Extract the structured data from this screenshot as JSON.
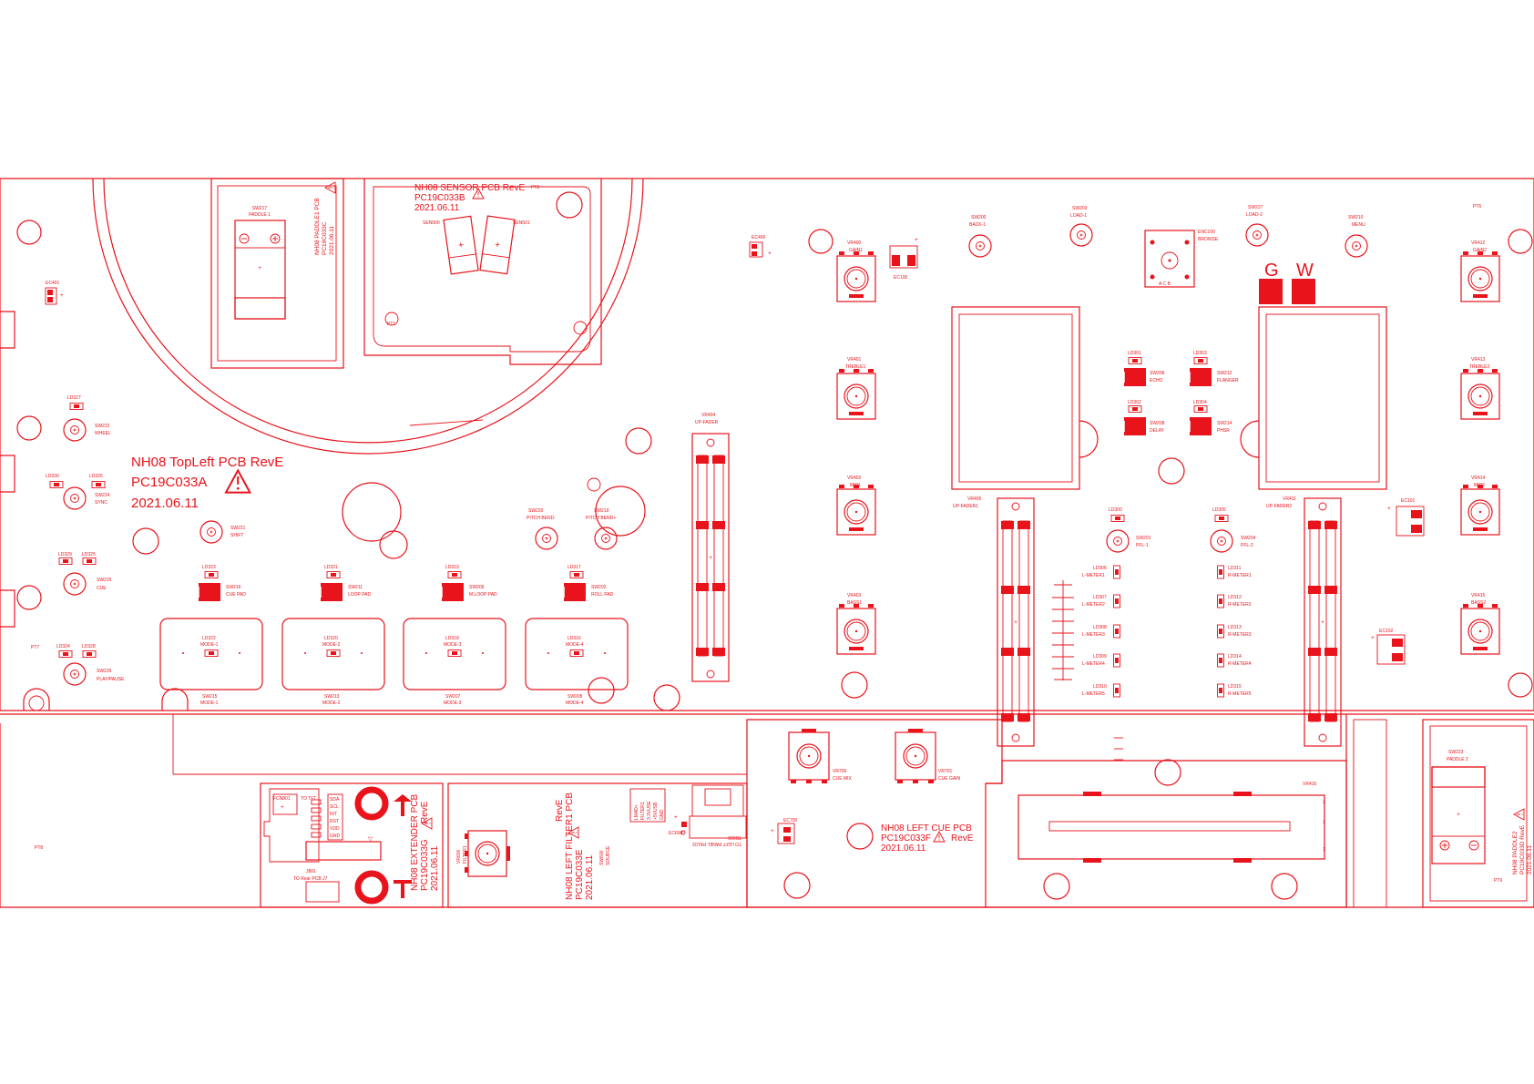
{
  "accent_color": "#e8131b",
  "background_color": "#ffffff",
  "boards": {
    "topleft": {
      "name": "NH08  TopLeft  PCB  RevE",
      "part": "PC19C033A",
      "date": "2021.06.11"
    },
    "sensor": {
      "name": "NH08 SENSOR PCB RevE",
      "part": "PC19C033B",
      "date": "2021.06.11"
    },
    "paddle1": {
      "name": "NH08 PADDLE1 PCB",
      "part": "PC19C033C",
      "date": "2021.06.11"
    },
    "paddle2": {
      "name": "NH08 PADDLE2",
      "part": "PC19C033D RevE",
      "date": "2021.06.11"
    },
    "extender": {
      "name": "NH08 EXTENDER PCB",
      "part": "PC19C033G",
      "rev": "RevE",
      "date": "2021.06.11"
    },
    "filter": {
      "name": "NH08 LEFT FILTER1 PCB",
      "rev": "RevE",
      "part": "PC19C033E",
      "date": "2021.06.11"
    },
    "cue": {
      "name": "NH08 LEFT CUE PCB",
      "part": "PC19C033F",
      "rev": "RevE",
      "date": "2021.06.11"
    }
  },
  "pad_marks": {
    "g": "G",
    "w": "W"
  },
  "warning_symbol": "warning-triangle-icon",
  "switches": {
    "sw217": {
      "ref": "SW217",
      "label": "PADDLE 1"
    },
    "sw223": {
      "ref": "SW223",
      "label": "PADDLE 2"
    },
    "sw222": {
      "ref": "SW222",
      "label": "WHEEL"
    },
    "sw224": {
      "ref": "SW224",
      "label": "SYNC"
    },
    "sw225": {
      "ref": "SW225",
      "label": "CUE"
    },
    "sw226": {
      "ref": "SW226",
      "label": "PLAY/PAUSE"
    },
    "sw221": {
      "ref": "SW221",
      "label": "SHIFT"
    },
    "sw220": {
      "ref": "SW220",
      "label": "PITCH BEND-"
    },
    "sw219": {
      "ref": "SW219",
      "label": "PITCH BEND+"
    },
    "sw216": {
      "ref": "SW216",
      "label": "CUE PAD"
    },
    "sw211": {
      "ref": "SW211",
      "label": "LOOP PAD"
    },
    "sw209": {
      "ref": "SW209",
      "label": "M.LOOP PAD"
    },
    "sw202": {
      "ref": "SW202",
      "label": "ROLL PAD"
    },
    "sw215": {
      "ref": "SW215",
      "label": "MODE-1"
    },
    "sw213": {
      "ref": "SW213",
      "label": "MODE-2"
    },
    "sw207": {
      "ref": "SW207",
      "label": "MODE-3"
    },
    "sw205": {
      "ref": "SW205",
      "label": "MODE-4"
    },
    "sw200": {
      "ref": "SW200",
      "label": "BACK-1"
    },
    "sw203": {
      "ref": "SW203",
      "label": "LOAD-1"
    },
    "sw227": {
      "ref": "SW227",
      "label": "LOAD-2"
    },
    "sw210": {
      "ref": "SW210",
      "label": "MENU"
    },
    "sw206": {
      "ref": "SW206",
      "label": "ECHO"
    },
    "sw208": {
      "ref": "SW208",
      "label": "DELAY"
    },
    "sw212": {
      "ref": "SW212",
      "label": "FLANGER"
    },
    "sw214": {
      "ref": "SW214",
      "label": "PHSR"
    },
    "sw201": {
      "ref": "SW201",
      "label": "PFL-1"
    },
    "sw204": {
      "ref": "SW204",
      "label": "PFL-2"
    }
  },
  "encoder": {
    "ref": "ENC100",
    "label": "BROWSE",
    "pins": "A  C  B"
  },
  "pots": {
    "vr400": {
      "ref": "VR400",
      "label": "GAIN1"
    },
    "vr401": {
      "ref": "VR401",
      "label": "TREBLE1"
    },
    "vr402": {
      "ref": "VR402",
      "label": "MID1"
    },
    "vr403": {
      "ref": "VR403",
      "label": "BASS1"
    },
    "vr412": {
      "ref": "VR412",
      "label": "GAIN2"
    },
    "vr413": {
      "ref": "VR413",
      "label": "TREBLE2"
    },
    "vr414": {
      "ref": "VR414",
      "label": "MID2"
    },
    "vr415": {
      "ref": "VR415",
      "label": "BASS2"
    },
    "vr404": {
      "ref": "VR404",
      "label": "UP-FADER"
    },
    "vr405": {
      "ref": "VR405",
      "label": "UP-FADER1"
    },
    "vr411": {
      "ref": "VR411",
      "label": "UP-FADER2"
    },
    "vr416": {
      "ref": "VR416"
    },
    "vr700": {
      "ref": "VR700",
      "label": "CUE MIX"
    },
    "vr701": {
      "ref": "VR701",
      "label": "CUE GAIN"
    },
    "vr600": {
      "ref": "VR600",
      "label": "FILTER1"
    }
  },
  "leds": {
    "ld327": "LD327",
    "ld330": "LD330",
    "ld326": "LD326",
    "ld329": "LD329",
    "ld325": "LD325",
    "ld324": "LD324",
    "ld328": "LD328",
    "ld323": "LD323",
    "ld321": "LD321",
    "ld319": "LD319",
    "ld317": "LD317",
    "ld322": "LD322",
    "ld320": "LD320",
    "ld318": "LD318",
    "ld316": "LD316",
    "ld301": "LD301",
    "ld302": "LD302",
    "ld303": "LD303",
    "ld304": "LD304",
    "ld300": "LD300",
    "ld305": "LD305"
  },
  "mode_labels": [
    "MODE-1",
    "MODE-2",
    "MODE-3",
    "MODE-4"
  ],
  "meters_left": [
    {
      "ref": "LD306",
      "label": "L-METER1"
    },
    {
      "ref": "LD307",
      "label": "L-METER2"
    },
    {
      "ref": "LD308",
      "label": "L-METER3"
    },
    {
      "ref": "LD309",
      "label": "L-METER4"
    },
    {
      "ref": "LD310",
      "label": "L-METER5"
    }
  ],
  "meters_right": [
    {
      "ref": "LD311",
      "label": "R-METER1"
    },
    {
      "ref": "LD312",
      "label": "R-METER2"
    },
    {
      "ref": "LD313",
      "label": "R-METER3"
    },
    {
      "ref": "LD314",
      "label": "R-METER4"
    },
    {
      "ref": "LD315",
      "label": "R-METER5"
    }
  ],
  "caps": {
    "ec100": "EC100",
    "ec101": "EC101",
    "ec102": "EC102"
  },
  "connectors": {
    "fcn801": "FCN801",
    "to_tft": "TO TFT",
    "j801": "J801",
    "to_rear": "TO Rear PCB J7",
    "cn_pins": [
      "SDA",
      "SCL",
      "INT",
      "RST",
      "VDD",
      "GND"
    ],
    "cn_filter_pins": [
      "LMAD+",
      "FILTER1",
      "3.3VUSE",
      "+5VUSB",
      "GND"
    ],
    "tb600": "TB600",
    "to_left_panel": "TO LEFT PANEL PA103",
    "sw600": "SW600",
    "sw600_label": "SOURCE"
  },
  "sensors": {
    "sen500": "SEN500",
    "sen501": "SEN501"
  },
  "fiducials": {
    "pt1": "PT1",
    "pt2": "PT2",
    "pt6": "PT6",
    "pt7": "PT7",
    "pt8": "PT8",
    "pt9": "PT9",
    "pt10": "PT10"
  }
}
